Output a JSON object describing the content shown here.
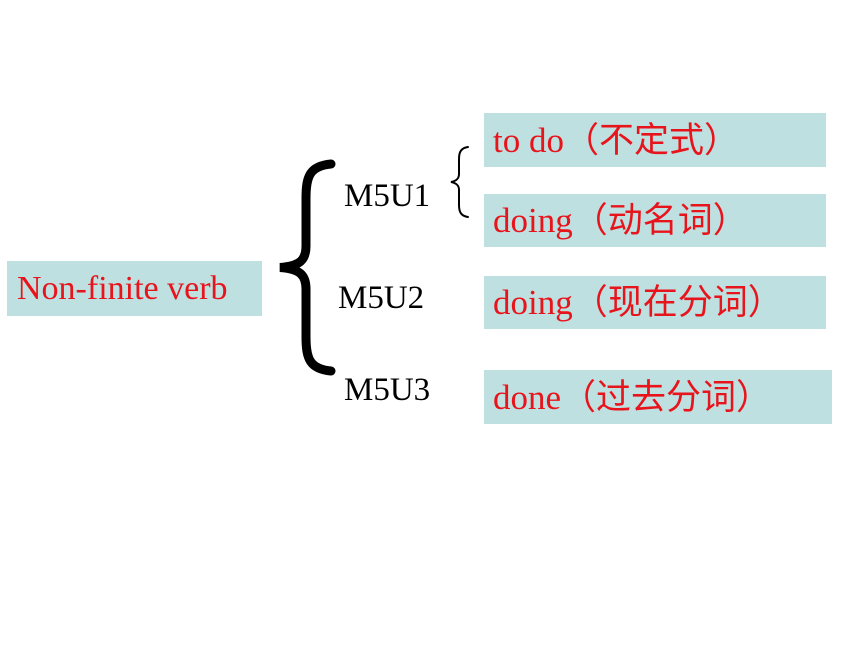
{
  "diagram": {
    "root": {
      "label": "Non-finite verb"
    },
    "branches": [
      {
        "label": "M5U1",
        "items": [
          {
            "text": "to do（不定式）"
          },
          {
            "text": "doing（动名词）"
          }
        ]
      },
      {
        "label": "M5U2",
        "items": [
          {
            "text": "doing（现在分词）"
          }
        ]
      },
      {
        "label": "M5U3",
        "items": [
          {
            "text": "done（过去分词）"
          }
        ]
      }
    ]
  },
  "colors": {
    "box_fill": "#bfe0e0",
    "item_text": "#e8141c",
    "label_text": "#000000",
    "brace": "#000000"
  }
}
